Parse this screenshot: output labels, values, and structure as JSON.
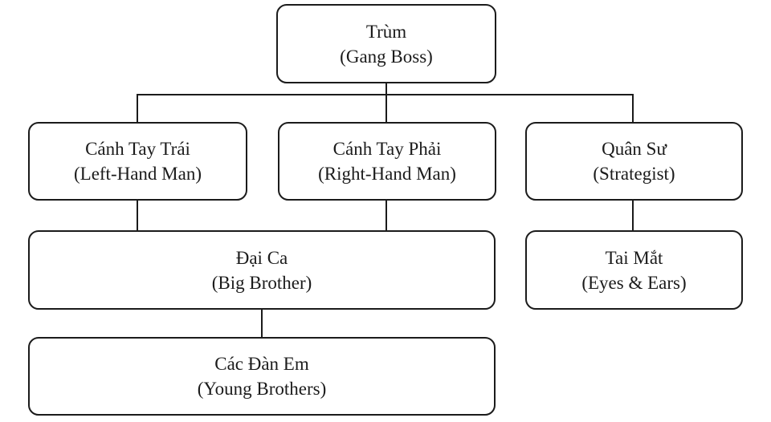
{
  "diagram": {
    "description": "Gang hierarchy organizational chart with Vietnamese titles and English translations",
    "colors": {
      "background": "#ffffff",
      "border": "#1b1b1b",
      "text": "#1b1b1b",
      "connector": "#1b1b1b"
    }
  },
  "nodes": [
    {
      "id": "trum",
      "vietnamese": "Trùm",
      "english": "(Gang Boss)"
    },
    {
      "id": "canh-tay-trai",
      "vietnamese": "Cánh Tay Trái",
      "english": "(Left-Hand Man)"
    },
    {
      "id": "canh-tay-phai",
      "vietnamese": "Cánh Tay Phải",
      "english": "(Right-Hand Man)"
    },
    {
      "id": "quan-su",
      "vietnamese": "Quân Sư",
      "english": "(Strategist)"
    },
    {
      "id": "dai-ca",
      "vietnamese": "Đại Ca",
      "english": "(Big Brother)"
    },
    {
      "id": "tai-mat",
      "vietnamese": "Tai Mắt",
      "english": "(Eyes & Ears)"
    },
    {
      "id": "cac-dan-em",
      "vietnamese": "Các Đàn Em",
      "english": "(Young Brothers)"
    }
  ],
  "edges": [
    {
      "from": "trum",
      "to": "canh-tay-trai"
    },
    {
      "from": "trum",
      "to": "canh-tay-phai"
    },
    {
      "from": "trum",
      "to": "quan-su"
    },
    {
      "from": "canh-tay-trai",
      "to": "dai-ca"
    },
    {
      "from": "canh-tay-phai",
      "to": "dai-ca"
    },
    {
      "from": "quan-su",
      "to": "tai-mat"
    },
    {
      "from": "dai-ca",
      "to": "cac-dan-em"
    }
  ]
}
